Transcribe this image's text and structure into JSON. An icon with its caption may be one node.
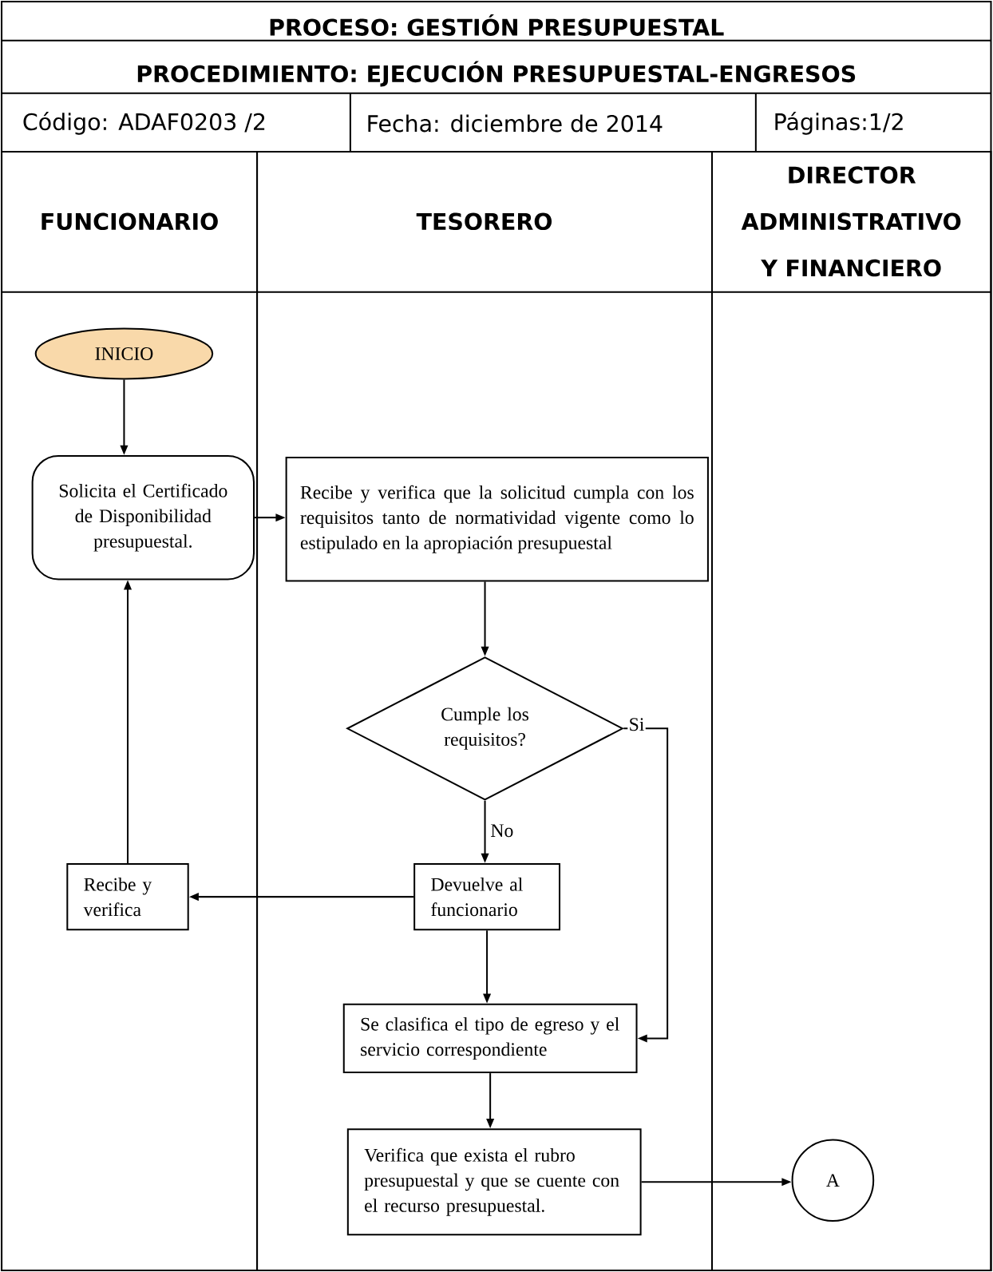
{
  "diagram": {
    "title": "PROCESO: GESTIÓN PRESUPUESTAL",
    "nodes": [
      {
        "text": [
          "FUNCIONARIO"
        ]
      },
      {
        "text": [
          "TESORERO"
        ]
      },
      {
        "text": [
          "DIRECTOR ADMINISTRATIVO Y FINANCIERO"
        ]
      },
      {
        "text": [
          "INICIO"
        ],
        "in": 0
      },
      {
        "text": [
          "Solicita el Certificado de Disponibilidad presupuestal."
        ],
        "in": 0
      },
      {
        "text": [
          "Recibe y verifica que la solicitud cumpla con los requisitos tanto de normatividad vigente como lo estipulado en la apropiación presupuestal"
        ],
        "in": 1
      },
      {
        "text": [
          "Cumple los requisitos?"
        ],
        "in": 1
      },
      {
        "text": [
          "Devuelve al funcionario"
        ],
        "in": 1
      },
      {
        "text": [
          "Recibe y verifica"
        ],
        "in": 0
      },
      {
        "text": [
          "Se clasifica el tipo de egreso y el servicio correspondiente"
        ],
        "in": 1
      },
      {
        "text": [
          "Verifica que exista el rubro presupuestal y que se cuente con el recurso presupuestal."
        ],
        "in": 1
      },
      {
        "text": [
          "A"
        ],
        "in": 2
      }
    ],
    "edges": [
      {
        "from": 3,
        "to": 4,
        "arrow": "to"
      },
      {
        "from": 4,
        "to": 5,
        "arrow": "to"
      },
      {
        "from": 5,
        "to": 6,
        "arrow": "to"
      },
      {
        "from": 6,
        "to": 7,
        "arrow": "to",
        "label": "No"
      },
      {
        "from": 6,
        "to": 9,
        "arrow": "to",
        "label": "Si"
      },
      {
        "from": 7,
        "to": 8,
        "arrow": "to"
      },
      {
        "from": 8,
        "to": 4,
        "arrow": "to"
      },
      {
        "from": 7,
        "to": 9,
        "arrow": "to"
      },
      {
        "from": 9,
        "to": 10,
        "arrow": "to"
      },
      {
        "from": 10,
        "to": 11,
        "arrow": "to"
      }
    ],
    "labels": [
      "PROCEDIMIENTO: EJECUCIÓN PRESUPUESTAL-ENGRESOS",
      "Código: ADAF0203 /2",
      "Fecha: diciembre de 2014",
      "Páginas:1/2"
    ]
  }
}
